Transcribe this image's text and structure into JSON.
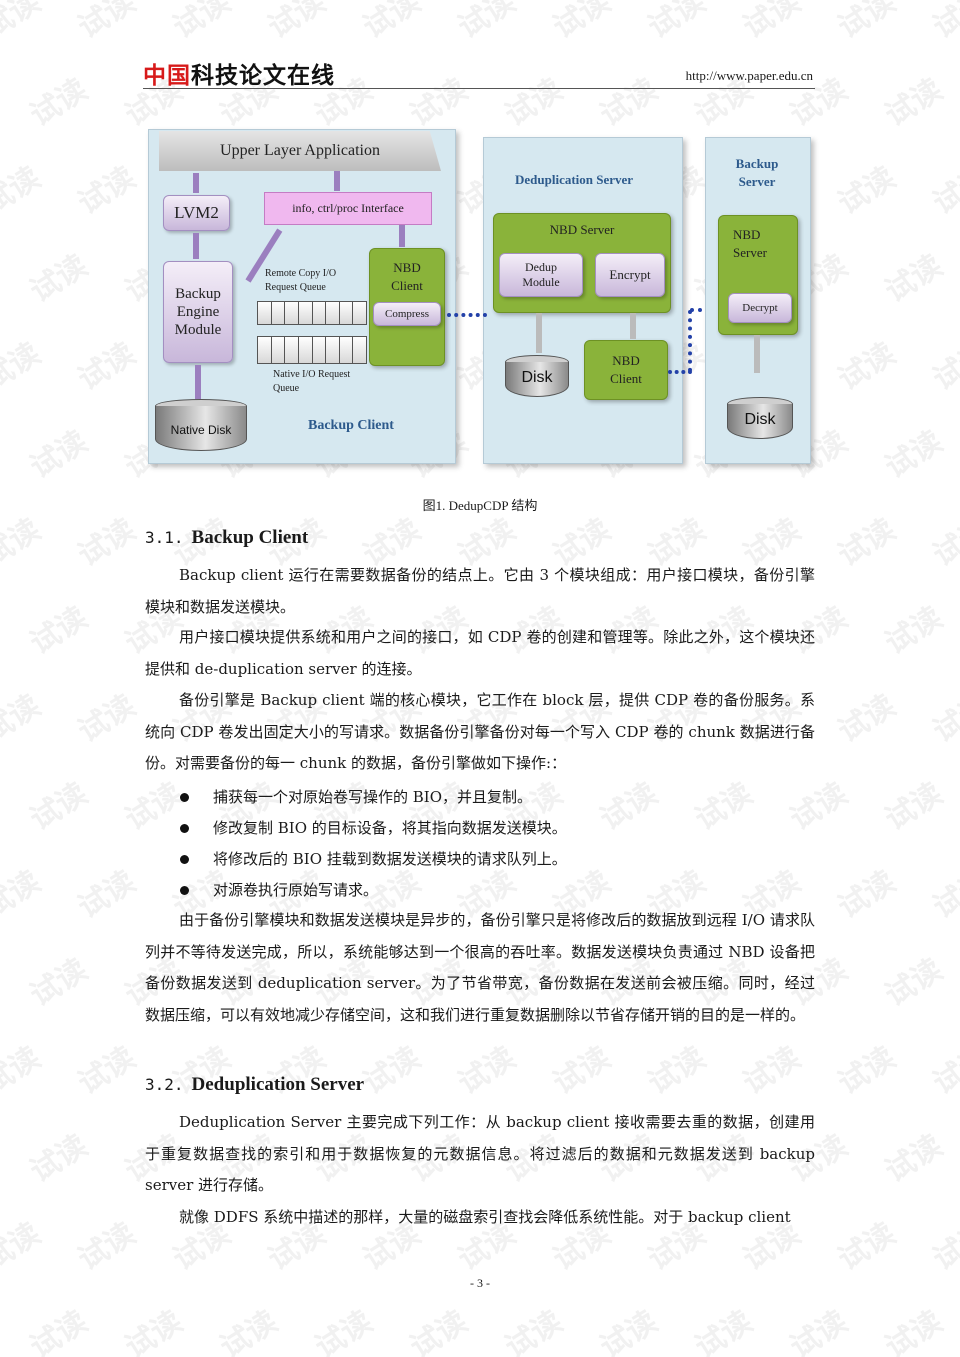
{
  "header": {
    "logo_red": "中国",
    "logo_black": "科技论文在线",
    "url": "http://www.paper.edu.cn"
  },
  "watermark": "试读",
  "figure": {
    "upper_layer": "Upper Layer Application",
    "lvm2": "LVM2",
    "interface": "info, ctrl/proc Interface",
    "backup_engine": "Backup Engine Module",
    "remote_queue": "Remote  Copy  I/O Request Queue",
    "native_queue": "Native I/O Request Queue",
    "nbd_client": "NBD Client",
    "compress": "Compress",
    "native_disk": "Native Disk",
    "backup_client": "Backup Client",
    "dedup_server_title": "Deduplication Server",
    "nbd_server": "NBD Server",
    "dedup_module": "Dedup Module",
    "encrypt": "Encrypt",
    "disk": "Disk",
    "nbd_client2": "NBD Client",
    "backup_server_title": "Backup Server",
    "nbd_server2": "NBD Server",
    "decrypt": "Decrypt",
    "disk2": "Disk"
  },
  "caption": "图1. DedupCDP 结构",
  "section1": {
    "number": "3.1.",
    "title": "Backup Client",
    "p1": "Backup client 运行在需要数据备份的结点上。它由 3 个模块组成：用户接口模块，备份引擎模块和数据发送模块。",
    "p2": "用户接口模块提供系统和用户之间的接口，如 CDP 卷的创建和管理等。除此之外，这个模块还提供和 de-duplication server 的连接。",
    "p3": "备份引擎是 Backup client 端的核心模块，它工作在 block 层，提供 CDP 卷的备份服务。系统向 CDP 卷发出固定大小的写请求。数据备份引擎备份对每一个写入 CDP 卷的 chunk 数据进行备份。对需要备份的每一 chunk 的数据，备份引擎做如下操作:：",
    "bullets": [
      "捕获每一个对原始卷写操作的 BIO，并且复制。",
      "修改复制 BIO 的目标设备，将其指向数据发送模块。",
      "将修改后的 BIO 挂载到数据发送模块的请求队列上。",
      "对源卷执行原始写请求。"
    ],
    "p4": "由于备份引擎模块和数据发送模块是异步的，备份引擎只是将修改后的数据放到远程 I/O 请求队列并不等待发送完成，所以，系统能够达到一个很高的吞吐率。数据发送模块负责通过 NBD 设备把备份数据发送到 deduplication server。为了节省带宽，备份数据在发送前会被压缩。同时，经过数据压缩，可以有效地减少存储空间，这和我们进行重复数据删除以节省存储开销的目的是一样的。"
  },
  "section2": {
    "number": "3.2.",
    "title": "Deduplication Server",
    "p1": "Deduplication Server 主要完成下列工作：从 backup client 接收需要去重的数据，创建用于重复数据查找的索引和用于数据恢复的元数据信息。将过滤后的数据和元数据发送到 backup server 进行存储。",
    "p2": "就像 DDFS 系统中描述的那样，大量的磁盘索引查找会降低系统性能。对于 backup client"
  },
  "page_number": "- 3 -"
}
